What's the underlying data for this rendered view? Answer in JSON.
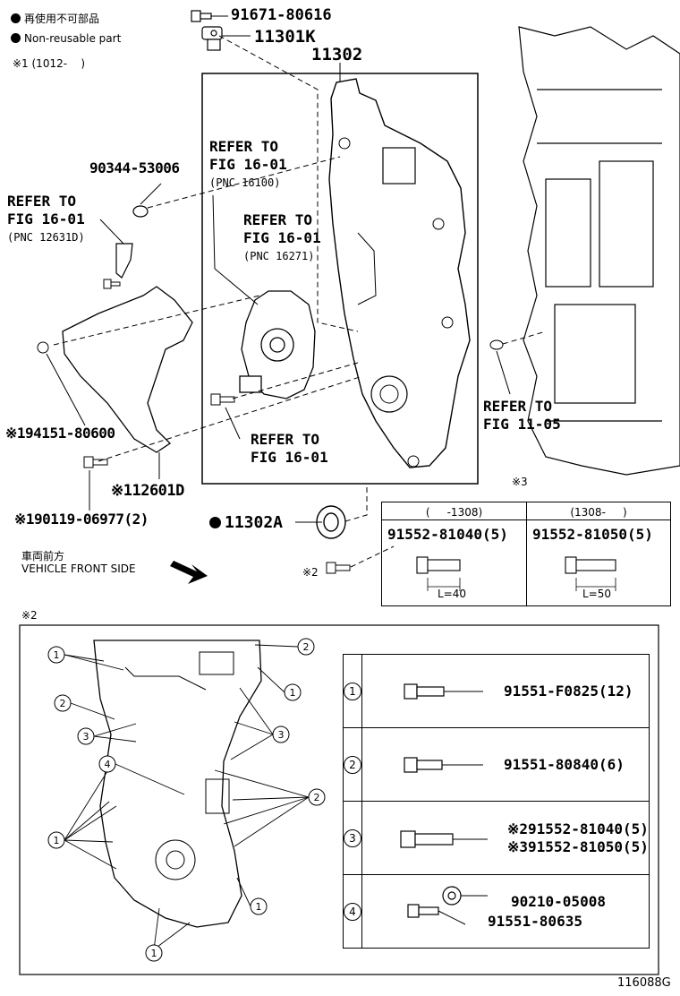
{
  "legend": {
    "non_reusable_jp": "再使用不可部品",
    "non_reusable_en": "Non-reusable part",
    "note1": "※1 (1012-    )"
  },
  "parts": {
    "p91671": "91671-80616",
    "p11301k": "11301K",
    "p11302": "11302",
    "p90344": "90344-53006",
    "p94151": "※194151-80600",
    "p12601d": "※112601D",
    "p90119": "※190119-06977(2)",
    "p11302a": "11302A",
    "note2_bolt": "※2"
  },
  "refs": {
    "ref1_line1": "REFER TO",
    "ref1_line2": "FIG 16-01",
    "ref1_pnc": "(PNC 16100)",
    "ref2_line1": "REFER TO",
    "ref2_line2": "FIG 16-01",
    "ref2_pnc": "(PNC 16271)",
    "ref3_line1": "REFER TO",
    "ref3_line2": "FIG 16-01",
    "ref3_pnc": "(PNC 12631D)",
    "ref4_line1": "REFER TO",
    "ref4_line2": "FIG 16-01",
    "ref5_line1": "REFER TO",
    "ref5_line2": "FIG 11-05"
  },
  "front": {
    "jp": "車両前方",
    "en": "VEHICLE FRONT SIDE"
  },
  "note3_table": {
    "note": "※3",
    "col1_header": "(     -1308)",
    "col2_header": "(1308-     )",
    "col1_part": "91552-81040(5)",
    "col2_part": "91552-81050(5)",
    "col1_len": "L=40",
    "col2_len": "L=50"
  },
  "note2_section": {
    "note": "※2",
    "rows": [
      {
        "num": "1",
        "part": "91551-F0825(12)"
      },
      {
        "num": "2",
        "part": "91551-80840(6)"
      },
      {
        "num": "3",
        "part_a": "※291552-81040(5)",
        "part_b": "※391552-81050(5)"
      },
      {
        "num": "4",
        "part_a": "90210-05008",
        "part_b": "91551-80635"
      }
    ]
  },
  "figure_id": "116088G"
}
